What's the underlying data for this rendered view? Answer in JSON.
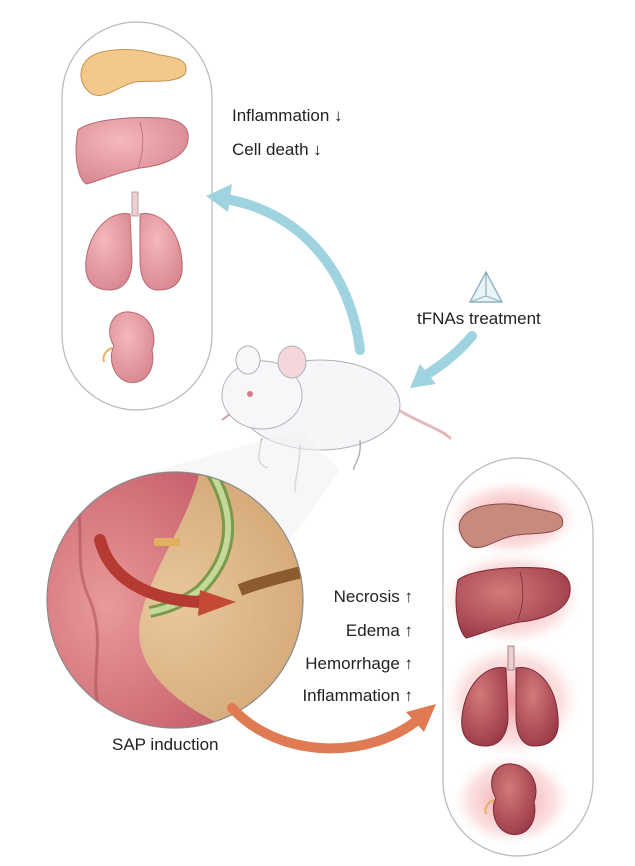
{
  "labels": {
    "healthy_effects": [
      "Inflammation ↓",
      "Cell death ↓"
    ],
    "treatment": "tFNAs treatment",
    "sap_effects": [
      "Necrosis ↑",
      "Edema ↑",
      "Hemorrhage ↑",
      "Inflammation ↑"
    ],
    "induction": "SAP induction"
  },
  "icons": {
    "treatment": "tetrahedral-dna-icon",
    "model": "mouse-illustration",
    "closeup": "pancreatic-duct-closeup"
  },
  "organs": {
    "healthy": [
      "pancreas",
      "liver",
      "lungs",
      "kidney"
    ],
    "injured": [
      "pancreas",
      "liver",
      "lungs",
      "kidney"
    ]
  },
  "colors": {
    "treatment_arrow": "#9fd3df",
    "induction_arrow": "#e07a52",
    "injury_glow": "#e8484f",
    "capsule_border": "#b8b8b8"
  }
}
